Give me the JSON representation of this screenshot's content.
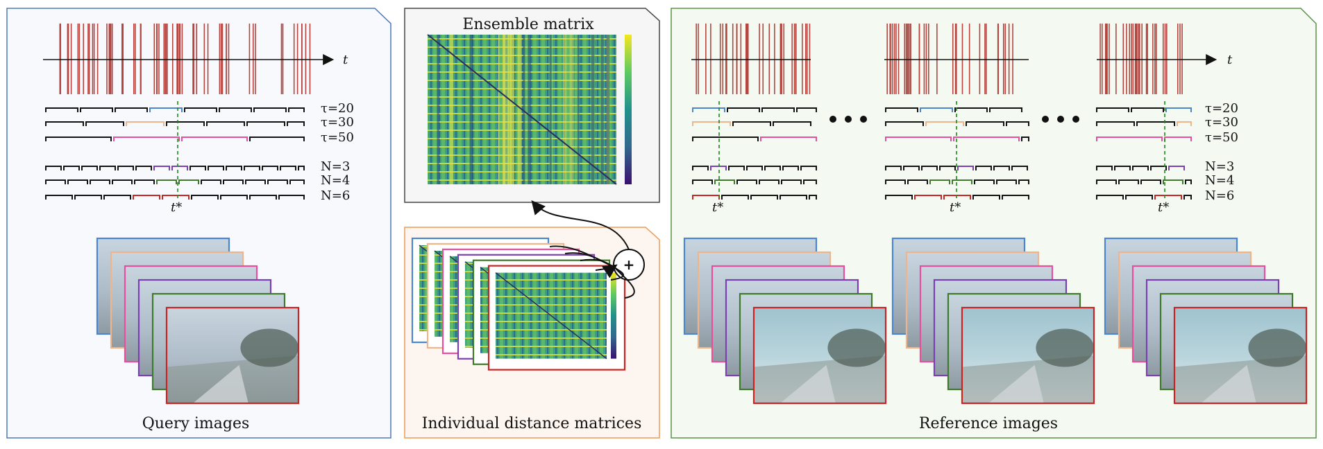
{
  "query_panel": {
    "caption": "Query images",
    "axis_label": "t",
    "marker_label": "t*"
  },
  "ensemble_panel": {
    "title": "Ensemble matrix",
    "plus_symbol": "+"
  },
  "individual_panel": {
    "caption": "Individual distance matrices"
  },
  "reference_panel": {
    "caption": "Reference images",
    "axis_label": "t",
    "marker_label": "t*"
  },
  "tau_labels": [
    "τ=20",
    "τ=30",
    "τ=50"
  ],
  "n_labels": [
    "N=3",
    "N=4",
    "N=6"
  ],
  "colors": {
    "query_border": "#4f78b6",
    "ensemble_border": "#444444",
    "individual_border": "#ee9a55",
    "reference_border": "#5a9442",
    "spike": "#b5443f",
    "tau20": "#4a86d0",
    "tau30": "#f0b48a",
    "tau50": "#e84d9e",
    "n3": "#7b3fb4",
    "n4": "#3e7a2a",
    "n6": "#cc2222",
    "marker": "#1a8a1a"
  },
  "image_frame_colors": [
    "#4a86d0",
    "#f0b48a",
    "#e84d9e",
    "#7b3fb4",
    "#3e7a2a",
    "#cc2222"
  ]
}
